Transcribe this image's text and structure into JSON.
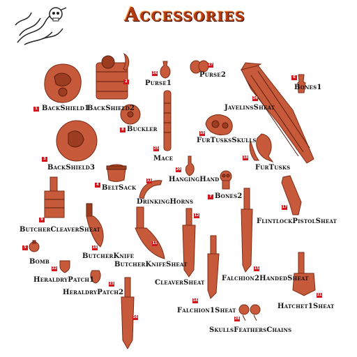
{
  "title": "Accessories",
  "logo": {
    "icon": "skull-bones-filigree-icon"
  },
  "items": [
    {
      "num": "1",
      "label": "BackShield1"
    },
    {
      "num": "2",
      "label": "BackShield2"
    },
    {
      "num": "26",
      "label": "Purse1"
    },
    {
      "num": "27",
      "label": "Purse2"
    },
    {
      "num": "6",
      "label": "Bones1"
    },
    {
      "num": "24",
      "label": "JavelinsSheat"
    },
    {
      "num": "8",
      "label": "Buckler"
    },
    {
      "num": "25",
      "label": "Mace"
    },
    {
      "num": "19",
      "label": "FurTusksSkulls"
    },
    {
      "num": "3",
      "label": "BackShield3"
    },
    {
      "num": "18",
      "label": "FurTusks"
    },
    {
      "num": "4",
      "label": "BeltSack"
    },
    {
      "num": "20",
      "label": "HangingHand"
    },
    {
      "num": "7",
      "label": "Bones2"
    },
    {
      "num": "13",
      "label": "DrinkingHorns"
    },
    {
      "num": "17",
      "label": "FlintlockPistolSheat"
    },
    {
      "num": "9",
      "label": "ButcherCleaverSheat"
    },
    {
      "num": "12",
      "label": "CleaverSheat"
    },
    {
      "num": "10",
      "label": "ButcherKnife"
    },
    {
      "num": "11",
      "label": "ButcherKnifeSheat"
    },
    {
      "num": "5",
      "label": "Bomb"
    },
    {
      "num": "15",
      "label": "Falchion2HandedSheat"
    },
    {
      "num": "22",
      "label": "HeraldryPatch1"
    },
    {
      "num": "23",
      "label": "HeraldryPatch2"
    },
    {
      "num": "14",
      "label": "Falchion1Sheat"
    },
    {
      "num": "21",
      "label": "Hatchet1Sheat"
    },
    {
      "num": "28",
      "label": "SkullsFeathersChains"
    },
    {
      "num": "16",
      "label": ""
    }
  ]
}
